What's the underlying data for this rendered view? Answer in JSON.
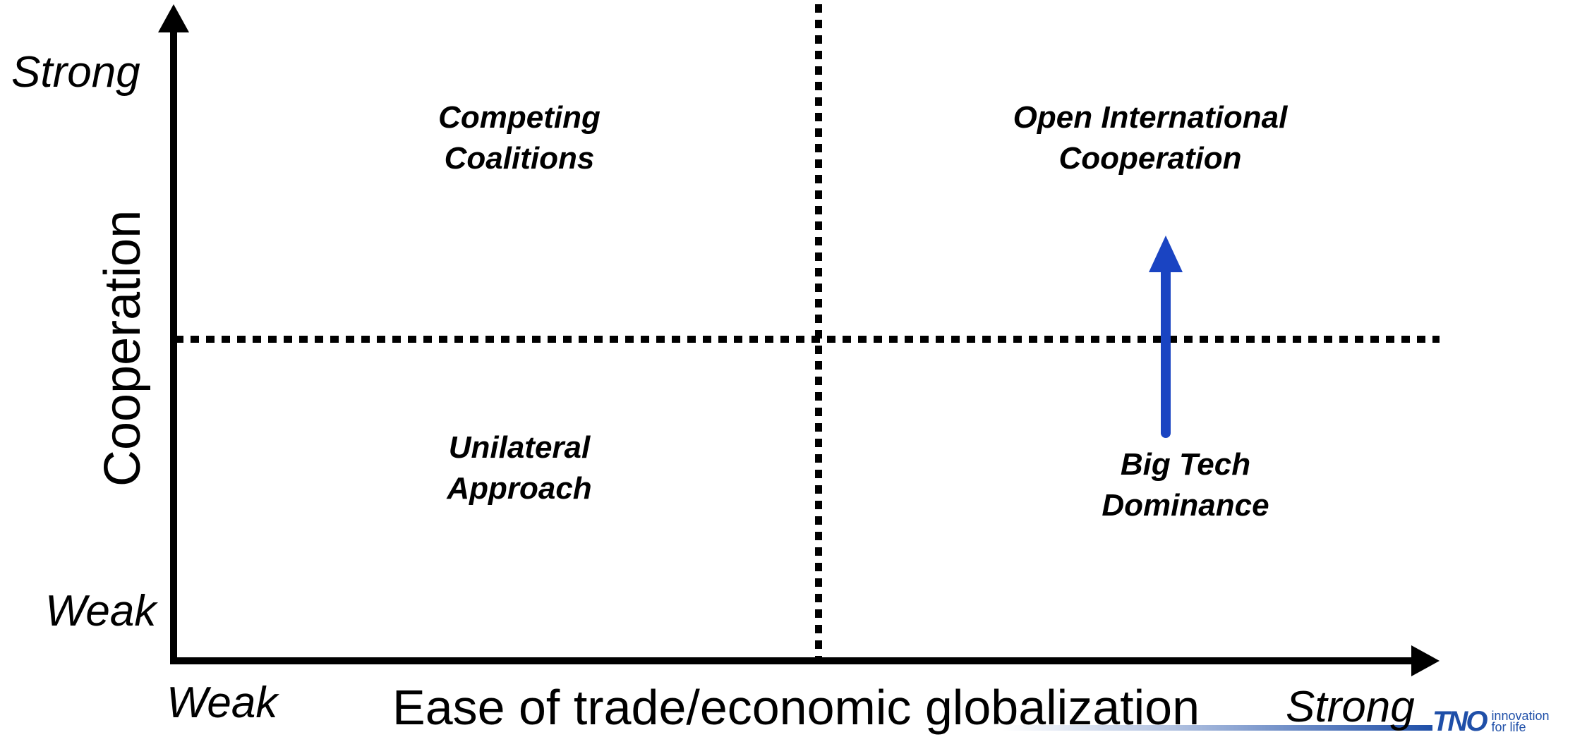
{
  "diagram": {
    "y_axis": {
      "title": "Cooperation",
      "high_label": "Strong",
      "low_label": "Weak"
    },
    "x_axis": {
      "title": "Ease of trade/economic globalization",
      "low_label": "Weak",
      "high_label": "Strong"
    },
    "quadrants": {
      "top_left": [
        "Competing",
        "Coalitions"
      ],
      "top_right": [
        "Open International",
        "Cooperation"
      ],
      "bottom_left": [
        "Unilateral",
        "Approach"
      ],
      "bottom_right": [
        "Big Tech",
        "Dominance"
      ]
    },
    "arrow_color": "#1a44c2"
  },
  "logo": {
    "mark": "TNO",
    "tagline": [
      "innovation",
      "for life"
    ],
    "color": "#1f4fa8"
  }
}
